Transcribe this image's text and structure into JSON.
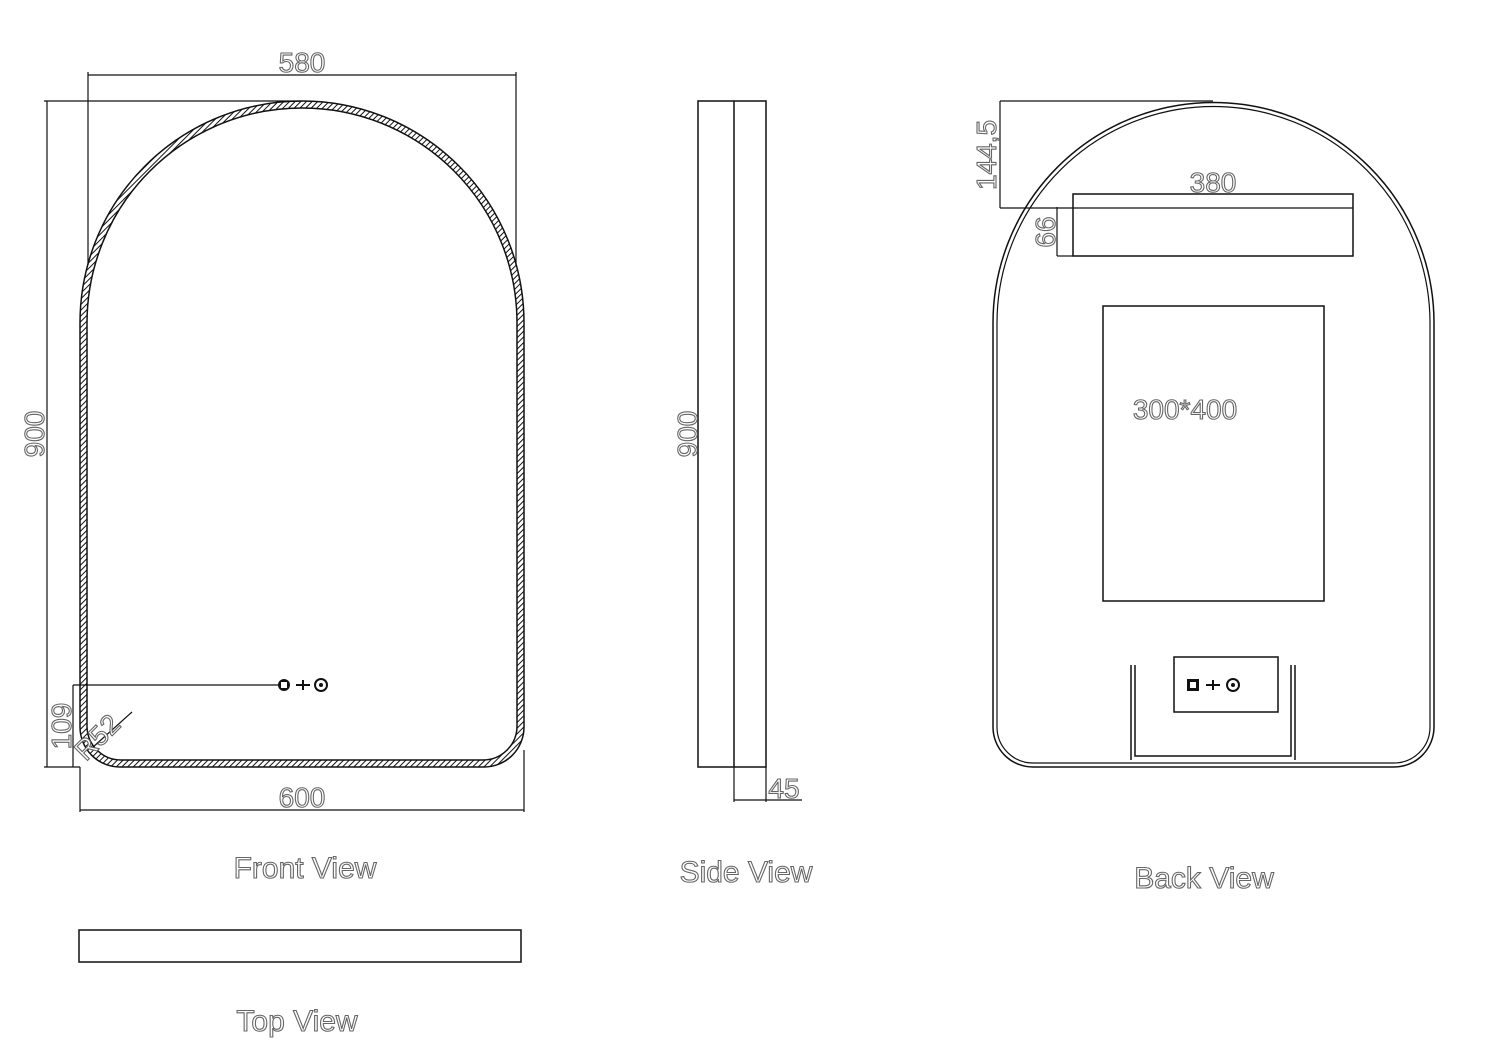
{
  "views": {
    "front": {
      "label": "Front View",
      "dims": {
        "width_top": "580",
        "height": "900",
        "width_bottom": "600",
        "control_height": "109",
        "corner_radius": "R52"
      },
      "icons": [
        "dimmer-icon",
        "defog-icon",
        "light-icon"
      ]
    },
    "side": {
      "label": "Side View",
      "dims": {
        "height": "900",
        "depth": "45"
      }
    },
    "back": {
      "label": "Back View",
      "dims": {
        "top_offset": "144,5",
        "strip_width": "380",
        "strip_height": "66",
        "panel": "300*400"
      }
    },
    "top": {
      "label": "Top View"
    }
  }
}
